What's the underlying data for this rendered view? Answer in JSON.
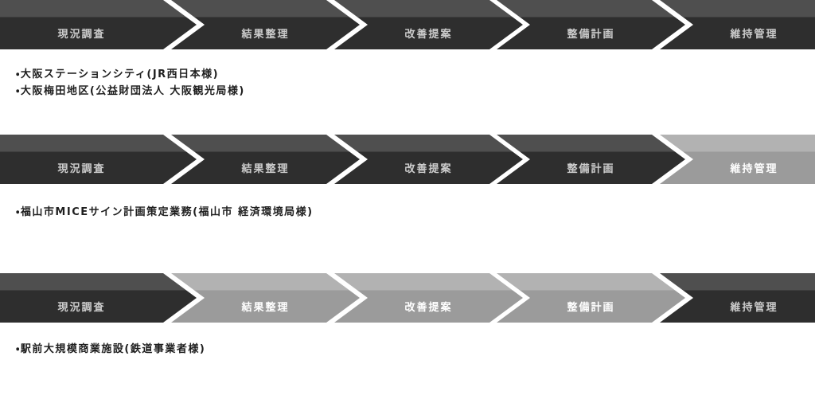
{
  "process": {
    "stages": [
      "現況調査",
      "結果整理",
      "改善提案",
      "整備計画",
      "維持管理"
    ]
  },
  "rows": [
    {
      "states": [
        "dark",
        "dark",
        "dark",
        "dark",
        "dark"
      ],
      "bullets": [
        "・大阪ステーションシティ(JR西日本様)",
        "・大阪梅田地区(公益財団法人 大阪観光局様)"
      ]
    },
    {
      "states": [
        "dark",
        "dark",
        "dark",
        "dark",
        "gray"
      ],
      "bullets": [
        "・福山市MICEサイン計画策定業務(福山市 経済環境局様)"
      ]
    },
    {
      "states": [
        "dark",
        "gray",
        "gray",
        "gray",
        "dark"
      ],
      "bullets": [
        "・駅前大規模商業施設(鉄道事業者様)"
      ]
    }
  ],
  "colors": {
    "page_bg": "#ffffff",
    "dark_top": "#4f4f4f",
    "dark_bottom": "#2e2e2e",
    "gray_top": "#b2b2b2",
    "gray_bottom": "#9b9b9b",
    "label_on_dark": "#cccccc",
    "label_on_gray": "#ffffff",
    "bullet_text": "#1f1f1f"
  }
}
